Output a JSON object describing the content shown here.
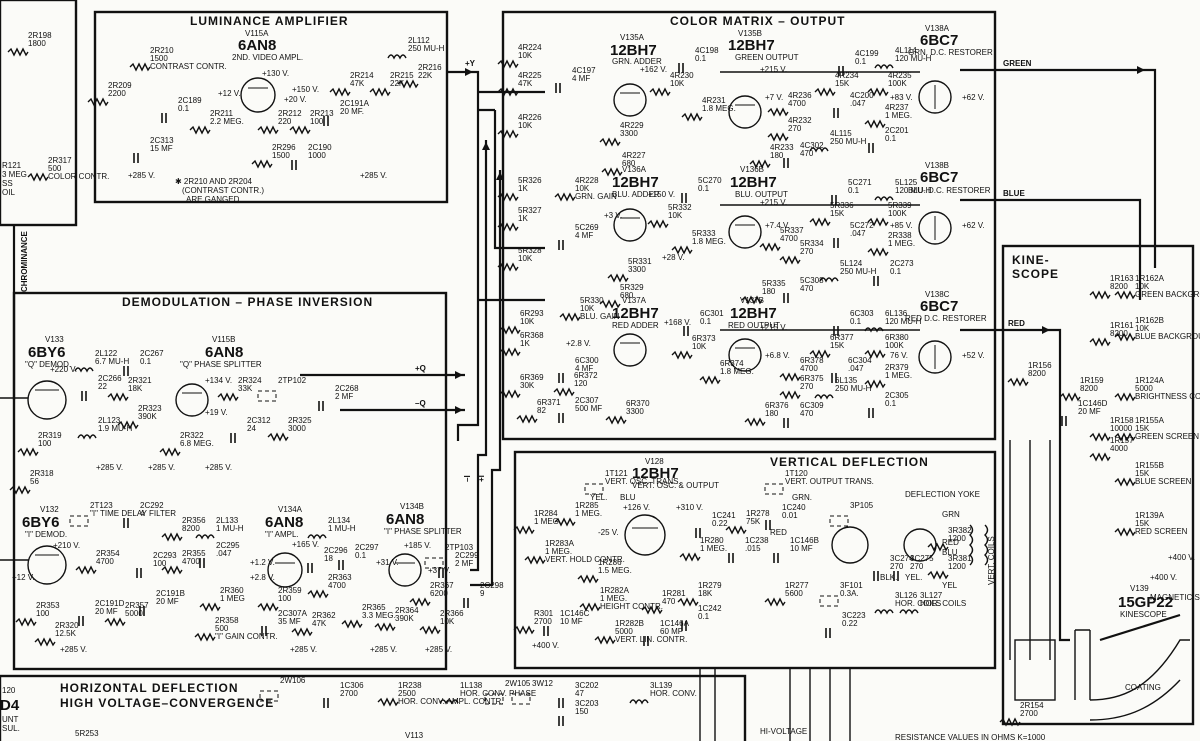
{
  "sections": {
    "luminance": "LUMINANCE   AMPLIFIER",
    "matrix": "COLOR  MATRIX – OUTPUT",
    "demod": "DEMODULATION – PHASE  INVERSION",
    "vertical": "VERTICAL     DEFLECTION",
    "kinescope": [
      "KINE-",
      "SCOPE"
    ],
    "horizontal": [
      "HORIZONTAL   DEFLECTION",
      "HIGH  VOLTAGE–CONVERGENCE"
    ],
    "chrominance": "CHROMINANCE",
    "hi_voltage": "HI-VOLTAGE",
    "resistance_note": "RESISTANCE  VALUES  IN  OHMS  K=1000"
  },
  "signals": {
    "y": "+Y",
    "green": "GREEN",
    "blue": "BLUE",
    "red": "RED",
    "plus_q": "+Q",
    "minus_q": "–Q",
    "minus_i": "–I",
    "plus_i": "+I"
  },
  "tubes": [
    {
      "ref": "V115A",
      "type": "6AN8",
      "function": "2ND. VIDEO AMPL."
    },
    {
      "ref": "V135A",
      "type": "12BH7",
      "function": "GRN. ADDER"
    },
    {
      "ref": "V135B",
      "type": "12BH7",
      "function": "GREEN OUTPUT"
    },
    {
      "ref": "V138A",
      "type": "6BC7",
      "function": "GRN. D.C. RESTORER"
    },
    {
      "ref": "V136A",
      "type": "12BH7",
      "function": "BLU. ADDER"
    },
    {
      "ref": "V136B",
      "type": "12BH7",
      "function": "BLU. OUTPUT"
    },
    {
      "ref": "V138B",
      "type": "6BC7",
      "function": "BLU. D.C. RESTORER"
    },
    {
      "ref": "V137A",
      "type": "12BH7",
      "function": "RED ADDER"
    },
    {
      "ref": "V137B",
      "type": "12BH7",
      "function": "RED OUTPUT"
    },
    {
      "ref": "V138C",
      "type": "6BC7",
      "function": "RED D.C. RESTORER"
    },
    {
      "ref": "V133",
      "type": "6BY6",
      "function": "\"Q\" DEMOD."
    },
    {
      "ref": "V115B",
      "type": "6AN8",
      "function": "\"Q\" PHASE SPLITTER"
    },
    {
      "ref": "V132",
      "type": "6BY6",
      "function": "\"I\" DEMOD."
    },
    {
      "ref": "V134A",
      "type": "6AN8",
      "function": "\"I\" AMPL."
    },
    {
      "ref": "V134B",
      "type": "6AN8",
      "function": "\"I\" PHASE SPLITTER"
    },
    {
      "ref": "V128",
      "type": "12BH7",
      "function": "VERT. OSC. & OUTPUT"
    },
    {
      "ref": "V139",
      "type": "15GP22",
      "function": "KINESCOPE"
    }
  ],
  "components": [
    {
      "ref": "2R198",
      "value": "1800"
    },
    {
      "ref": "2R210",
      "value": "1500",
      "note": "CONTRAST CONTR."
    },
    {
      "ref": "2R209",
      "value": "2200"
    },
    {
      "ref": "2C189",
      "value": "0.1"
    },
    {
      "ref": "2R211",
      "value": "2.2 MEG."
    },
    {
      "ref": "2C313",
      "value": "15 MF"
    },
    {
      "ref": "2R212",
      "value": "220"
    },
    {
      "ref": "2R213",
      "value": "100"
    },
    {
      "ref": "2R214",
      "value": "47K"
    },
    {
      "ref": "2R215",
      "value": "22K"
    },
    {
      "ref": "2R216",
      "value": "22K"
    },
    {
      "ref": "2L112",
      "value": "250 MU-H"
    },
    {
      "ref": "2C191A",
      "value": "20 MF."
    },
    {
      "ref": "2R296",
      "value": "1500"
    },
    {
      "ref": "2C190",
      "value": "1000"
    },
    {
      "ref": "2R317",
      "value": "500",
      "note": "COLOR CONTR."
    },
    {
      "ref": "4R224",
      "value": "10K"
    },
    {
      "ref": "4R225",
      "value": "47K"
    },
    {
      "ref": "4R226",
      "value": "10K"
    },
    {
      "ref": "4C197",
      "value": "4 MF"
    },
    {
      "ref": "4C198",
      "value": "0.1"
    },
    {
      "ref": "4R230",
      "value": "10K"
    },
    {
      "ref": "4R231",
      "value": "1.8 MEG."
    },
    {
      "ref": "4R229",
      "value": "3300"
    },
    {
      "ref": "4R227",
      "value": "680"
    },
    {
      "ref": "4R232",
      "value": "270"
    },
    {
      "ref": "4R236",
      "value": "4700"
    },
    {
      "ref": "4R233",
      "value": "180"
    },
    {
      "ref": "4C302",
      "value": "470"
    },
    {
      "ref": "4L115",
      "value": "250 MU-H"
    },
    {
      "ref": "4C199",
      "value": "0.1"
    },
    {
      "ref": "4R234",
      "value": "15K"
    },
    {
      "ref": "4C200",
      "value": ".047"
    },
    {
      "ref": "4L114",
      "value": "120 MU-H"
    },
    {
      "ref": "4R235",
      "value": "100K"
    },
    {
      "ref": "4R237",
      "value": "1 MEG."
    },
    {
      "ref": "2C201",
      "value": "0.1"
    },
    {
      "ref": "5R326",
      "value": "1K"
    },
    {
      "ref": "5R327",
      "value": "1K"
    },
    {
      "ref": "5R328",
      "value": "10K"
    },
    {
      "ref": "4R228",
      "value": "10K",
      "note": "GRN. GAIN"
    },
    {
      "ref": "5C269",
      "value": "4 MF"
    },
    {
      "ref": "5C270",
      "value": "0.1"
    },
    {
      "ref": "5R332",
      "value": "10K"
    },
    {
      "ref": "5R333",
      "value": "1.8 MEG."
    },
    {
      "ref": "5R334",
      "value": "270"
    },
    {
      "ref": "5R337",
      "value": "4700"
    },
    {
      "ref": "5R331",
      "value": "3300"
    },
    {
      "ref": "5R329",
      "value": "680"
    },
    {
      "ref": "5R330",
      "value": "10K",
      "note": "BLU. GAIN"
    },
    {
      "ref": "5R335",
      "value": "180"
    },
    {
      "ref": "5C308",
      "value": "470"
    },
    {
      "ref": "5L124",
      "value": "250 MU-H"
    },
    {
      "ref": "5C271",
      "value": "0.1"
    },
    {
      "ref": "5R336",
      "value": "15K"
    },
    {
      "ref": "5C272",
      "value": ".047"
    },
    {
      "ref": "5L125",
      "value": "120 MU-H"
    },
    {
      "ref": "5R339",
      "value": "100K"
    },
    {
      "ref": "2R338",
      "value": "1 MEG."
    },
    {
      "ref": "2C273",
      "value": "0.1"
    },
    {
      "ref": "6R293",
      "value": "10K"
    },
    {
      "ref": "6R368",
      "value": "1K"
    },
    {
      "ref": "6R369",
      "value": "30K"
    },
    {
      "ref": "6R371",
      "value": "82"
    },
    {
      "ref": "6C300",
      "value": "4 MF"
    },
    {
      "ref": "6R372",
      "value": "120"
    },
    {
      "ref": "2C307",
      "value": "500 MF"
    },
    {
      "ref": "6R370",
      "value": "3300"
    },
    {
      "ref": "6C301",
      "value": "0.1"
    },
    {
      "ref": "6R373",
      "value": "10K"
    },
    {
      "ref": "6R374",
      "value": "1.8 MEG."
    },
    {
      "ref": "6R375",
      "value": "270"
    },
    {
      "ref": "6R378",
      "value": "4700"
    },
    {
      "ref": "6R376",
      "value": "180"
    },
    {
      "ref": "6C309",
      "value": "470"
    },
    {
      "ref": "6L135",
      "value": "250 MU-H"
    },
    {
      "ref": "6C303",
      "value": "0.1"
    },
    {
      "ref": "6R377",
      "value": "15K"
    },
    {
      "ref": "6C304",
      "value": ".047"
    },
    {
      "ref": "6L136",
      "value": "120 MU-H"
    },
    {
      "ref": "6R380",
      "value": "100K"
    },
    {
      "ref": "2R379",
      "value": "1 MEG."
    },
    {
      "ref": "2C305",
      "value": "0.1"
    },
    {
      "ref": "2L122",
      "value": "6.7 MU-H"
    },
    {
      "ref": "2C266",
      "value": "22"
    },
    {
      "ref": "2R321",
      "value": "18K"
    },
    {
      "ref": "2C267",
      "value": "0.1"
    },
    {
      "ref": "2R323",
      "value": "390K"
    },
    {
      "ref": "2R322",
      "value": "6.8 MEG."
    },
    {
      "ref": "2L123",
      "value": "1.9 MU-H"
    },
    {
      "ref": "2R319",
      "value": "100"
    },
    {
      "ref": "2R324",
      "value": "33K"
    },
    {
      "ref": "2TP102",
      "value": ""
    },
    {
      "ref": "2C268",
      "value": "2 MF"
    },
    {
      "ref": "2C312",
      "value": "24"
    },
    {
      "ref": "2R325",
      "value": "3000"
    },
    {
      "ref": "2R318",
      "value": "56"
    },
    {
      "ref": "2T123",
      "value": "",
      "note": "\"I\" TIME DELAY FILTER"
    },
    {
      "ref": "2C292",
      "value": "4"
    },
    {
      "ref": "2R356",
      "value": "8200"
    },
    {
      "ref": "2L133",
      "value": "1 MU-H"
    },
    {
      "ref": "2L134",
      "value": "1 MU-H"
    },
    {
      "ref": "2R354",
      "value": "4700"
    },
    {
      "ref": "2C293",
      "value": "100"
    },
    {
      "ref": "2R355",
      "value": "4700"
    },
    {
      "ref": "2C295",
      "value": ".047"
    },
    {
      "ref": "2C296",
      "value": "18"
    },
    {
      "ref": "2C297",
      "value": "0.1"
    },
    {
      "ref": "2TP103",
      "value": ""
    },
    {
      "ref": "2C299",
      "value": "2 MF"
    },
    {
      "ref": "2R367",
      "value": "6200"
    },
    {
      "ref": "2C298",
      "value": "9"
    },
    {
      "ref": "2R353",
      "value": "100"
    },
    {
      "ref": "2R320",
      "value": "12.5K"
    },
    {
      "ref": "2C191D",
      "value": "20 MF"
    },
    {
      "ref": "2R357",
      "value": "5000"
    },
    {
      "ref": "2C191B",
      "value": "20 MF"
    },
    {
      "ref": "2R358",
      "value": "500",
      "note": "\"I\" GAIN CONTR."
    },
    {
      "ref": "2R359",
      "value": "100"
    },
    {
      "ref": "2R360",
      "value": "1 MEG"
    },
    {
      "ref": "2C307A",
      "value": "35 MF"
    },
    {
      "ref": "2R362",
      "value": "47K"
    },
    {
      "ref": "2R363",
      "value": "4700"
    },
    {
      "ref": "2R365",
      "value": "3.3 MEG."
    },
    {
      "ref": "2R364",
      "value": "390K"
    },
    {
      "ref": "2R366",
      "value": "10K"
    },
    {
      "ref": "1T121",
      "value": "",
      "note": "VERT. OSC. TRANS."
    },
    {
      "ref": "1R285",
      "value": "1 MEG."
    },
    {
      "ref": "1R284",
      "value": "1 MEG."
    },
    {
      "ref": "1R283A",
      "value": "1 MEG.",
      "note": "VERT. HOLD CONTR."
    },
    {
      "ref": "1R286",
      "value": "1.5 MEG."
    },
    {
      "ref": "1R282A",
      "value": "1 MEG.",
      "note": "HEIGHT CONTR."
    },
    {
      "ref": "1C146C",
      "value": "10 MF"
    },
    {
      "ref": "R301",
      "value": "2700"
    },
    {
      "ref": "1R282B",
      "value": "5000",
      "note": "VERT. LIN. CONTR."
    },
    {
      "ref": "1C146A",
      "value": "60 MF"
    },
    {
      "ref": "1R281",
      "value": "470"
    },
    {
      "ref": "1R279",
      "value": "18K"
    },
    {
      "ref": "1C242",
      "value": "0.1"
    },
    {
      "ref": "1C241",
      "value": "0.22"
    },
    {
      "ref": "1R280",
      "value": "1 MEG."
    },
    {
      "ref": "1T120",
      "value": "",
      "note": "VERT. OUTPUT TRANS."
    },
    {
      "ref": "1R278",
      "value": "75K"
    },
    {
      "ref": "1C240",
      "value": "0.01"
    },
    {
      "ref": "1C238",
      "value": ".015"
    },
    {
      "ref": "1C146B",
      "value": "10 MF"
    },
    {
      "ref": "1R277",
      "value": "5600"
    },
    {
      "ref": "3F101",
      "value": "0.3A."
    },
    {
      "ref": "3C223",
      "value": "0.22"
    },
    {
      "ref": "3P105",
      "value": ""
    },
    {
      "ref": "3C274",
      "value": "270"
    },
    {
      "ref": "3C275",
      "value": "270"
    },
    {
      "ref": "3L126",
      "value": "",
      "note": "HOR. COILS"
    },
    {
      "ref": "3L127",
      "value": "",
      "note": "HOR. COILS"
    },
    {
      "ref": "3R382",
      "value": "1200"
    },
    {
      "ref": "3R381",
      "value": "1200"
    },
    {
      "ref": "1R163",
      "value": "8200"
    },
    {
      "ref": "1R162A",
      "value": "10K",
      "note": "GREEN BACKGROUND"
    },
    {
      "ref": "1R161",
      "value": "8200"
    },
    {
      "ref": "1R162B",
      "value": "10K",
      "note": "BLUE BACKGROUND"
    },
    {
      "ref": "1R156",
      "value": "8200"
    },
    {
      "ref": "1R159",
      "value": "8200"
    },
    {
      "ref": "1R124A",
      "value": "5000",
      "note": "BRIGHTNESS CONTROL"
    },
    {
      "ref": "1C146D",
      "value": "20 MF"
    },
    {
      "ref": "1R158",
      "value": "10000"
    },
    {
      "ref": "1R155A",
      "value": "15K",
      "note": "GREEN SCREEN"
    },
    {
      "ref": "1R157",
      "value": "4000"
    },
    {
      "ref": "1R155B",
      "value": "15K",
      "note": "BLUE SCREEN"
    },
    {
      "ref": "1R139A",
      "value": "15K",
      "note": "RED SCREEN"
    },
    {
      "ref": "2R154",
      "value": "2700"
    },
    {
      "ref": "2W106",
      "value": ""
    },
    {
      "ref": "1C306",
      "value": "2700"
    },
    {
      "ref": "1R238",
      "value": "2500",
      "note": "HOR. CONV. AMPL. CONTR."
    },
    {
      "ref": "1L138",
      "value": "",
      "note": "HOR. CONV. PHASE"
    },
    {
      "ref": "2W105",
      "value": ""
    },
    {
      "ref": "3W12",
      "value": ""
    },
    {
      "ref": "3C202",
      "value": "47"
    },
    {
      "ref": "3C203",
      "value": "150"
    },
    {
      "ref": "3L139",
      "value": "",
      "note": "HOR. CONV."
    },
    {
      "ref": "5R253",
      "value": ""
    }
  ],
  "notes": {
    "ganged": [
      "✱ 2R210 AND 2R204",
      "(CONTRAST CONTR.)",
      "ARE GANGED."
    ],
    "deflection_yoke": "DEFLECTION  YOKE",
    "vert_coils": "VERT. COILS",
    "focus_coating": "COATING",
    "magnetic_shield": "MAGNETIC SHIELD",
    "kinescope_type": "15GP22",
    "kinescope_ref": "V139"
  },
  "voltages": [
    "+285 V.",
    "+285 V.",
    "+130 V.",
    "+150 V.",
    "+12 V.",
    "+20 V.",
    "+162 V.",
    "+215 V.",
    "+7 V.",
    "+83 V.",
    "+62 V.",
    "+150 V.",
    "+3 V.",
    "+28 V.",
    "+215 V.",
    "+7.4 V.",
    "+85 V.",
    "+62 V.",
    "+168 V.",
    "+2.8 V.",
    "+215 V.",
    "+6.8 V.",
    "76 V.",
    "+52 V.",
    "+220 V.",
    "+134 V.",
    "+19 V.",
    "+285 V.",
    "+285 V.",
    "+285 V.",
    "+210 V.",
    "+12 V.",
    "+165 V.",
    "+2.8 V.",
    "+1.2 V.",
    "+31 V.",
    "+185 V.",
    "+37 V.",
    "+285 V.",
    "+285 V.",
    "+285 V.",
    "+285 V.",
    "+126 V.",
    "+310 V.",
    "-25 V.",
    "+400 V.",
    "+400 V.",
    "+400 V."
  ],
  "partial_edge_labels": [
    "R121",
    "3 MEG",
    "SS",
    "OIL",
    "120",
    "D4",
    "UNT",
    "SUL.",
    "V113"
  ],
  "wire_colors": [
    "YEL.",
    "BLU",
    "GRN.",
    "RED",
    "BLK.",
    "YEL.",
    "GRN",
    "RED",
    "BLU",
    "YEL"
  ]
}
